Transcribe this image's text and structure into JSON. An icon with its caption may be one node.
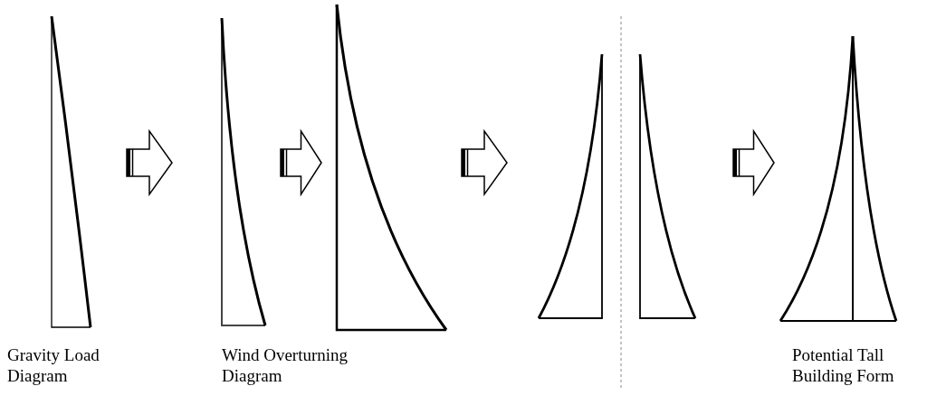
{
  "diagram": {
    "nodes": [
      {
        "text": [],
        "shape": "picture",
        "beside": [
          "Gravity Load Diagram"
        ]
      },
      {
        "text": [],
        "shape": "picture",
        "beside": [
          "Wind Overturning Diagram"
        ]
      },
      {
        "text": [],
        "shape": "picture"
      },
      {
        "text": [],
        "shape": "picture"
      },
      {
        "text": [],
        "shape": "picture",
        "beside": [
          "Potential Tall Building Form"
        ]
      }
    ],
    "edges": [
      {
        "from": 0,
        "to": 1,
        "arrow": "to"
      },
      {
        "from": 1,
        "to": 2,
        "arrow": "to"
      },
      {
        "from": 2,
        "to": 3,
        "arrow": "to"
      },
      {
        "from": 3,
        "to": 4,
        "arrow": "to"
      }
    ]
  }
}
